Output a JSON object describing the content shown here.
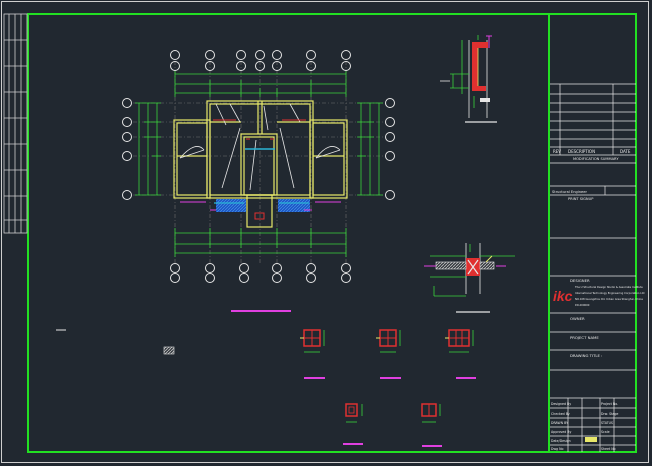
{
  "colors": {
    "background": "#212830",
    "frame": "#22e022",
    "wall": "#e8e86a",
    "grid_bubble": "#e6e6e6",
    "dimension": "#3ad43a",
    "magenta": "#e040e0",
    "red": "#e03030",
    "cyan": "#2ab5d5",
    "blue": "#2060d8",
    "white": "#e6e6e6"
  },
  "icons": {
    "logo": "ikc-logo-icon"
  },
  "title_block": {
    "rev_label": "REV",
    "description_label": "DESCRIPTION",
    "date_label": "DATE",
    "modification_label": "MODIFICATION SUMMARY",
    "engineer_label": "Structural Engineer",
    "print_label": "PRINT SIGNUP",
    "designer_label": "DESIGNER",
    "designer_line_1": "The U Structural Design Studio & Associate Institute",
    "designer_line_2": "International Technology Engineering Corporation Ltd",
    "designer_line_3": "NO.108 Guangzhou Rd. Urban Area Shanghai, China",
    "designer_line_4": "P.R.200000",
    "owner_label": "OWNER",
    "project_label": "PROJECT NAME",
    "drawing_title_label": "DRAWING TITLE :",
    "designed_by": "Designed By",
    "checked_by": "Checked By",
    "drawn_by": "DRAWN BY",
    "approved_by": "Approved By",
    "date_row": "Date/Design",
    "dwg_no": "Dwg No",
    "project_no": "Project No.",
    "drw_stage": "Drw. Stage",
    "status": "STATUS",
    "scale": "Scale",
    "sheet_no": "Sheet No"
  }
}
